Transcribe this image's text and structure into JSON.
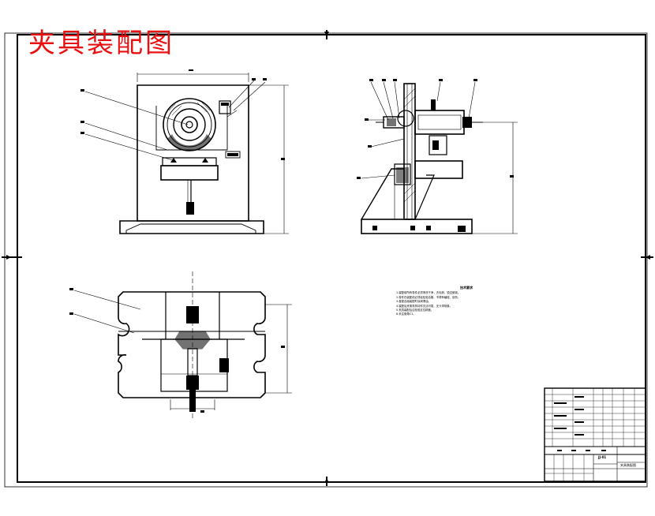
{
  "drawing": {
    "title": "夹具装配图",
    "title_color": "#e81010",
    "line_color": "#000000",
    "background": "#ffffff"
  },
  "tech_requirements": {
    "heading": "技术要求",
    "lines": [
      "1.装配前所有零件必须清洗干净，去毛刺、锐边倒钝。",
      "2.零件在装配前必须经检验合格，不得有磕碰、划伤。",
      "3.各配合面装配时涂润滑油。",
      "4.装配后夹紧机构动作灵活可靠，无卡滞现象。",
      "5.夹具装配后应检验定位精度。",
      "6.未注倒角C1。"
    ]
  },
  "title_block": {
    "drawing_no": "JJ-01",
    "name": "夹具装配图"
  },
  "icons": [
    "centering-mark-icon"
  ]
}
